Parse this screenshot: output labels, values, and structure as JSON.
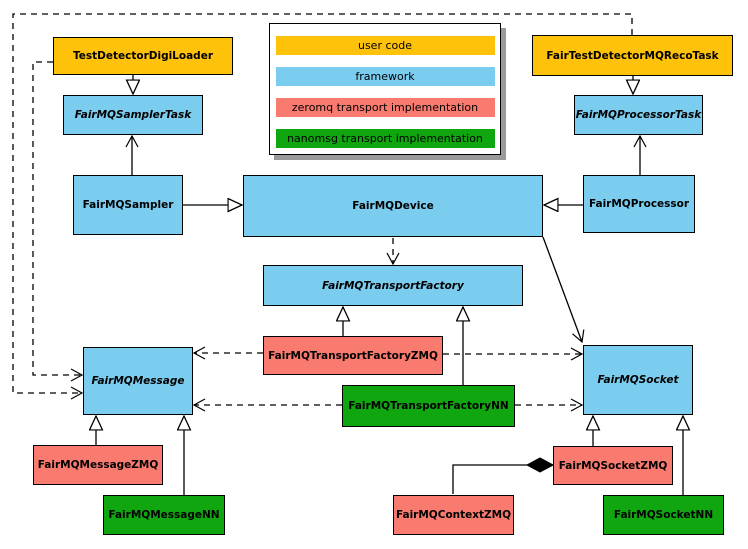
{
  "nodes": {
    "digi_loader": {
      "label": "TestDetectorDigiLoader",
      "category": "user code"
    },
    "reco_task": {
      "label": "FairTestDetectorMQRecoTask",
      "category": "user code"
    },
    "sampler_task": {
      "label": "FairMQSamplerTask",
      "category": "framework",
      "abstract": true
    },
    "processor_task": {
      "label": "FairMQProcessorTask",
      "category": "framework",
      "abstract": true
    },
    "sampler": {
      "label": "FairMQSampler",
      "category": "framework"
    },
    "device": {
      "label": "FairMQDevice",
      "category": "framework"
    },
    "processor": {
      "label": "FairMQProcessor",
      "category": "framework"
    },
    "transport_factory": {
      "label": "FairMQTransportFactory",
      "category": "framework",
      "abstract": true
    },
    "transport_factory_zmq": {
      "label": "FairMQTransportFactoryZMQ",
      "category": "zeromq transport implementation"
    },
    "transport_factory_nn": {
      "label": "FairMQTransportFactoryNN",
      "category": "nanomsg transport implementation"
    },
    "message": {
      "label": "FairMQMessage",
      "category": "framework",
      "abstract": true
    },
    "socket": {
      "label": "FairMQSocket",
      "category": "framework",
      "abstract": true
    },
    "message_zmq": {
      "label": "FairMQMessageZMQ",
      "category": "zeromq transport implementation"
    },
    "message_nn": {
      "label": "FairMQMessageNN",
      "category": "nanomsg transport implementation"
    },
    "socket_zmq": {
      "label": "FairMQSocketZMQ",
      "category": "zeromq transport implementation"
    },
    "context_zmq": {
      "label": "FairMQContextZMQ",
      "category": "zeromq transport implementation"
    },
    "socket_nn": {
      "label": "FairMQSocketNN",
      "category": "nanomsg transport implementation"
    }
  },
  "legend": {
    "items": [
      {
        "label": "user code",
        "color": "#FFC20A"
      },
      {
        "label": "framework",
        "color": "#7BCDF0"
      },
      {
        "label": "zeromq transport implementation",
        "color": "#F97B70"
      },
      {
        "label": "nanomsg transport implementation",
        "color": "#0FA60F"
      }
    ]
  },
  "colors": {
    "user_code": "#FFC20A",
    "framework": "#7BCDF0",
    "zeromq": "#F97B70",
    "nanomsg": "#0FA60F",
    "border": "#000000",
    "background": "#FFFFFF",
    "legend_shadow": "#9A9A9A"
  },
  "edges": [
    {
      "from": "TestDetectorDigiLoader",
      "to": "FairMQSamplerTask",
      "style": "solid",
      "head": "hollow-triangle"
    },
    {
      "from": "FairMQSampler",
      "to": "FairMQSamplerTask",
      "style": "solid",
      "head": "open-arrow"
    },
    {
      "from": "FairMQSampler",
      "to": "FairMQDevice",
      "style": "solid",
      "head": "hollow-triangle"
    },
    {
      "from": "FairTestDetectorMQRecoTask",
      "to": "FairMQProcessorTask",
      "style": "solid",
      "head": "hollow-triangle"
    },
    {
      "from": "FairMQProcessor",
      "to": "FairMQProcessorTask",
      "style": "solid",
      "head": "open-arrow"
    },
    {
      "from": "FairMQProcessor",
      "to": "FairMQDevice",
      "style": "solid",
      "head": "hollow-triangle"
    },
    {
      "from": "FairMQDevice",
      "to": "FairMQTransportFactory",
      "style": "dashed",
      "head": "open-arrow"
    },
    {
      "from": "FairMQDevice",
      "to": "FairMQSocket",
      "style": "solid",
      "head": "open-arrow"
    },
    {
      "from": "FairMQTransportFactoryZMQ",
      "to": "FairMQTransportFactory",
      "style": "solid",
      "head": "hollow-triangle"
    },
    {
      "from": "FairMQTransportFactoryNN",
      "to": "FairMQTransportFactory",
      "style": "solid",
      "head": "hollow-triangle"
    },
    {
      "from": "FairMQTransportFactoryZMQ",
      "to": "FairMQMessage",
      "style": "dashed",
      "head": "open-arrow"
    },
    {
      "from": "FairMQTransportFactoryZMQ",
      "to": "FairMQSocket",
      "style": "dashed",
      "head": "open-arrow"
    },
    {
      "from": "FairMQTransportFactoryNN",
      "to": "FairMQMessage",
      "style": "dashed",
      "head": "open-arrow"
    },
    {
      "from": "FairMQTransportFactoryNN",
      "to": "FairMQSocket",
      "style": "dashed",
      "head": "open-arrow"
    },
    {
      "from": "TestDetectorDigiLoader",
      "to": "FairMQMessage",
      "style": "dashed",
      "head": "open-arrow"
    },
    {
      "from": "FairTestDetectorMQRecoTask",
      "to": "FairMQMessage",
      "style": "dashed",
      "head": "open-arrow"
    },
    {
      "from": "FairMQMessageZMQ",
      "to": "FairMQMessage",
      "style": "solid",
      "head": "hollow-triangle"
    },
    {
      "from": "FairMQMessageNN",
      "to": "FairMQMessage",
      "style": "solid",
      "head": "hollow-triangle"
    },
    {
      "from": "FairMQSocketZMQ",
      "to": "FairMQSocket",
      "style": "solid",
      "head": "hollow-triangle"
    },
    {
      "from": "FairMQSocketNN",
      "to": "FairMQSocket",
      "style": "solid",
      "head": "hollow-triangle"
    },
    {
      "from": "FairMQSocketZMQ",
      "to": "FairMQContextZMQ",
      "style": "solid",
      "head": "filled-diamond-at-source",
      "relation": "composition"
    }
  ]
}
